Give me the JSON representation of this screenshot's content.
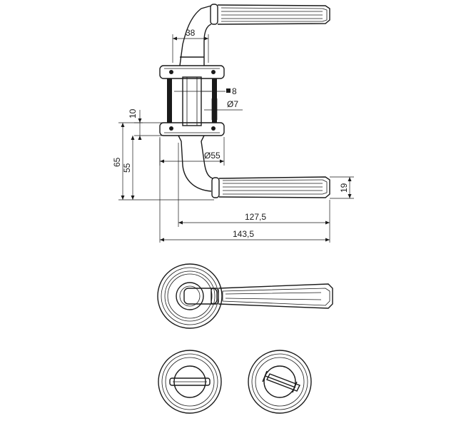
{
  "dimensions": {
    "rose_width": "38",
    "square_spindle": "8",
    "bolt_diameter": "Ø7",
    "rose_diameter": "Ø55",
    "rose_thickness": "10",
    "height_65": "65",
    "height_55": "55",
    "grip_thickness": "19",
    "lever_length_short": "127,5",
    "lever_length_long": "143,5"
  }
}
